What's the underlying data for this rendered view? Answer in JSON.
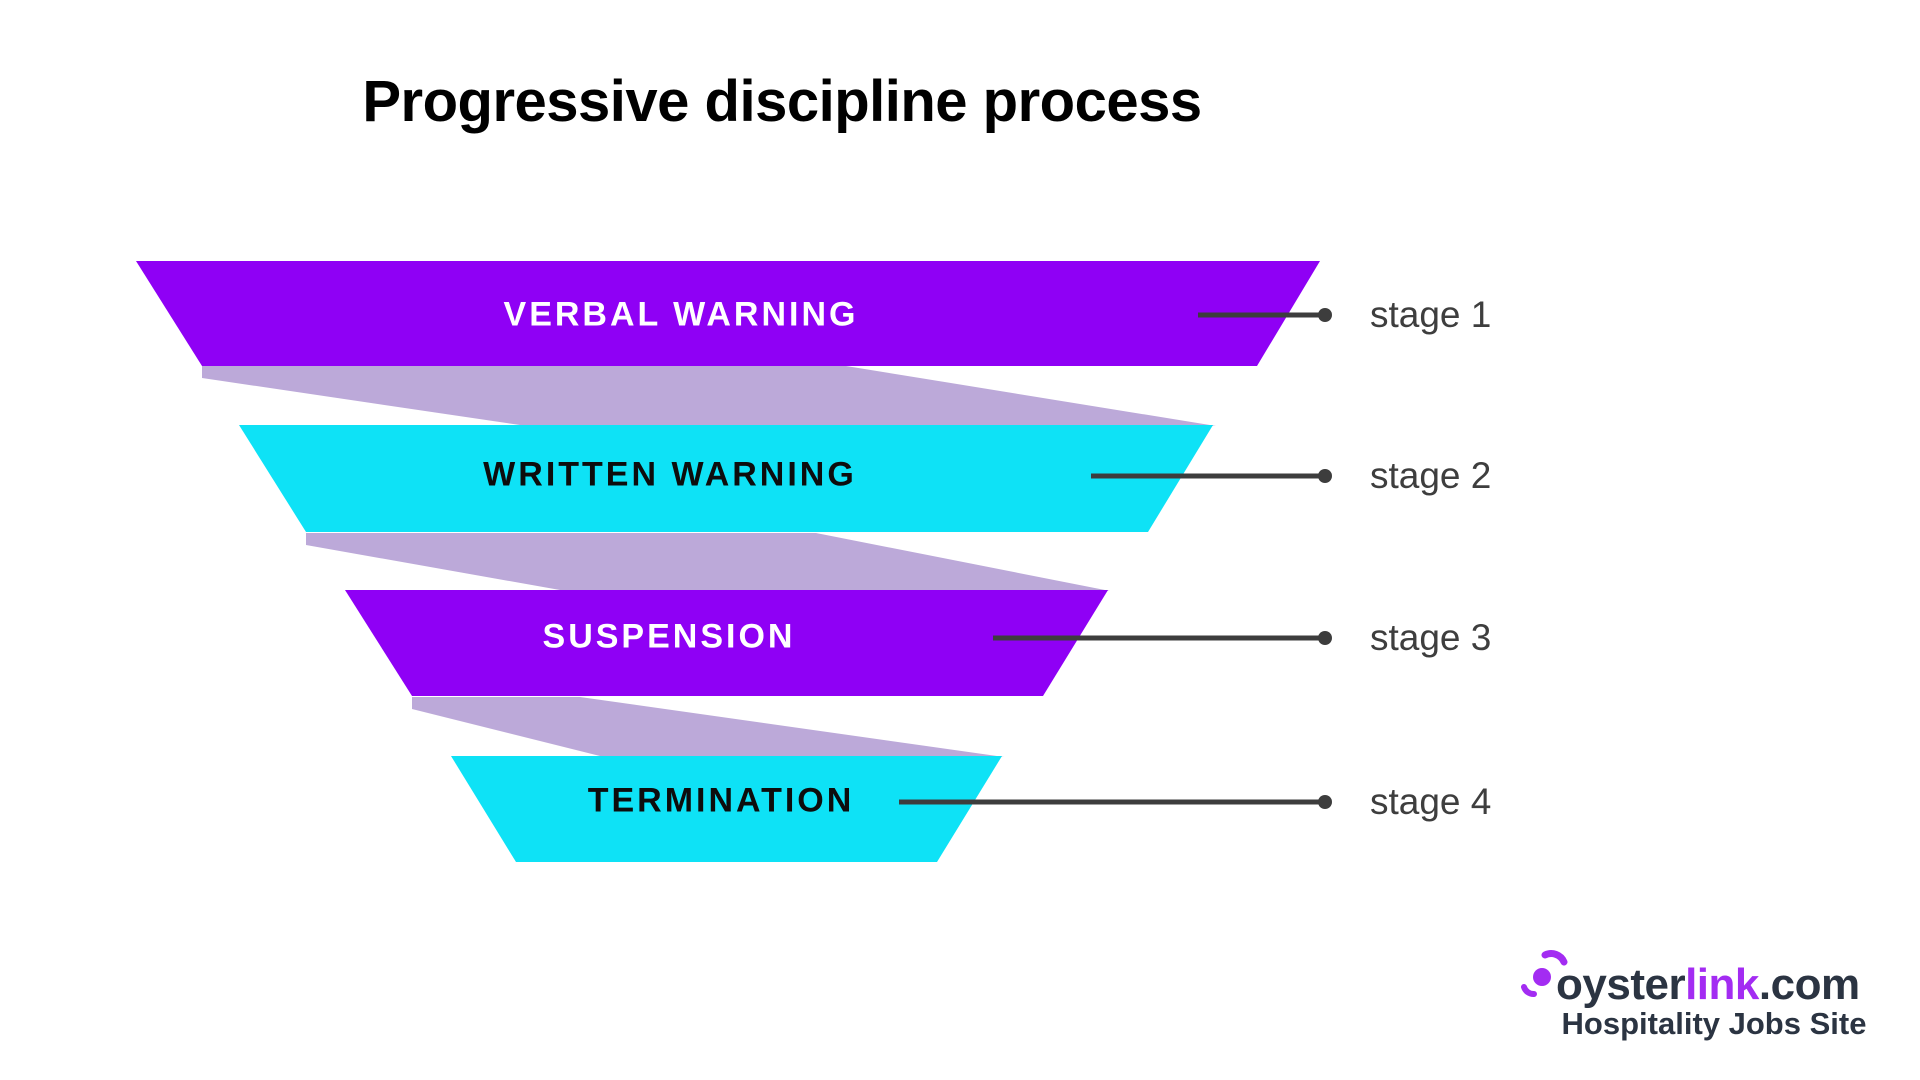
{
  "title": "Progressive discipline process",
  "funnel": {
    "stages": [
      {
        "label": "VERBAL WARNING",
        "stage_label": "stage 1",
        "bar_color": "#8F00F5",
        "text_color": "#FFFFFF"
      },
      {
        "label": "WRITTEN WARNING",
        "stage_label": "stage 2",
        "bar_color": "#0EE2F6",
        "text_color": "#0D0D0D"
      },
      {
        "label": "SUSPENSION",
        "stage_label": "stage 3",
        "bar_color": "#8F00F5",
        "text_color": "#FFFFFF"
      },
      {
        "label": "TERMINATION",
        "stage_label": "stage 4",
        "bar_color": "#0EE2F6",
        "text_color": "#0D0D0D"
      }
    ]
  },
  "colors": {
    "purple": "#8F00F5",
    "cyan": "#0EE2F6",
    "ribbon": "#BCA9D9",
    "connector": "#3D3D3D",
    "stage_text": "#3E3E3E",
    "title_text": "#000000",
    "logo_navy": "#2B3442",
    "logo_purple": "#A32CF2"
  },
  "logo": {
    "word_part1": "oyster",
    "word_part2": "link",
    "word_part3": ".com",
    "tagline": "Hospitality Jobs Site",
    "icon": "pearl-arcs-icon"
  }
}
